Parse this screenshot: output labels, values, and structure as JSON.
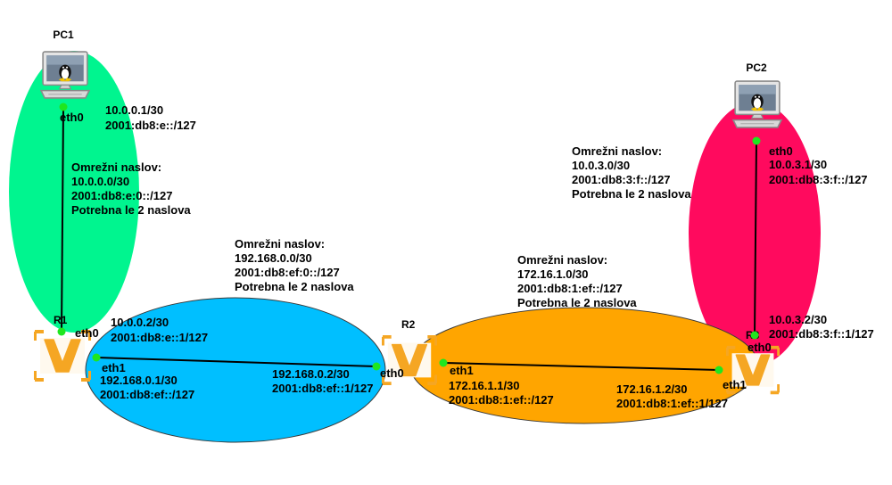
{
  "colors": {
    "net_pc1": "#00f58f",
    "net_r1r2": "#00bfff",
    "net_r2r3": "#ffa500",
    "net_pc2": "#ff0a5e",
    "link": "#000000",
    "port": "#1fe61f",
    "router": "#f5a623"
  },
  "nodes": {
    "pc1": {
      "name": "PC1",
      "icon": "linux-pc-icon"
    },
    "pc2": {
      "name": "PC2",
      "icon": "linux-pc-icon"
    },
    "r1": {
      "name": "R1",
      "icon": "router-v-icon"
    },
    "r2": {
      "name": "R2",
      "icon": "router-v-icon"
    },
    "r3": {
      "name": "R3",
      "icon": "router-v-icon"
    }
  },
  "ports": {
    "pc1_eth0": "eth0",
    "r1_eth0": "eth0",
    "r1_eth1": "eth1",
    "r2_eth0": "eth0",
    "r2_eth1": "eth1",
    "r3_eth0": "eth0",
    "r3_eth1": "eth1",
    "pc2_eth0": "eth0"
  },
  "addresses": {
    "pc1_v4": "10.0.0.1/30",
    "pc1_v6": "2001:db8:e::/127",
    "r1_eth0_v4": "10.0.0.2/30",
    "r1_eth0_v6": "2001:db8:e::1/127",
    "r1_eth1_v4": "192.168.0.1/30",
    "r1_eth1_v6": "2001:db8:ef::/127",
    "r2_eth0_v4": "192.168.0.2/30",
    "r2_eth0_v6": "2001:db8:ef::1/127",
    "r2_eth1_v4": "172.16.1.1/30",
    "r2_eth1_v6": "2001:db8:1:ef::/127",
    "r3_eth1_v4": "172.16.1.2/30",
    "r3_eth1_v6": "2001:db8:1:ef::1/127",
    "r3_eth0_v4": "10.0.3.2/30",
    "r3_eth0_v6": "2001:db8:3:f::1/127",
    "pc2_v4": "10.0.3.1/30",
    "pc2_v6": "2001:db8:3:f::/127"
  },
  "networks": {
    "pc1_r1": {
      "title": "Omrežni naslov:",
      "v4": "10.0.0.0/30",
      "v6": "2001:db8:e:0::/127",
      "note": "Potrebna le 2 naslova"
    },
    "r1_r2": {
      "title": "Omrežni naslov:",
      "v4": "192.168.0.0/30",
      "v6": "2001:db8:ef:0::/127",
      "note": "Potrebna le 2 naslova"
    },
    "r2_r3": {
      "title": "Omrežni naslov:",
      "v4": "172.16.1.0/30",
      "v6": "2001:db8:1:ef::/127",
      "note": "Potrebna le 2 naslova"
    },
    "r3_pc2": {
      "title": "Omrežni naslov:",
      "v4": "10.0.3.0/30",
      "v6": "2001:db8:3:f::/127",
      "note": "Potrebna le 2 naslova"
    }
  }
}
